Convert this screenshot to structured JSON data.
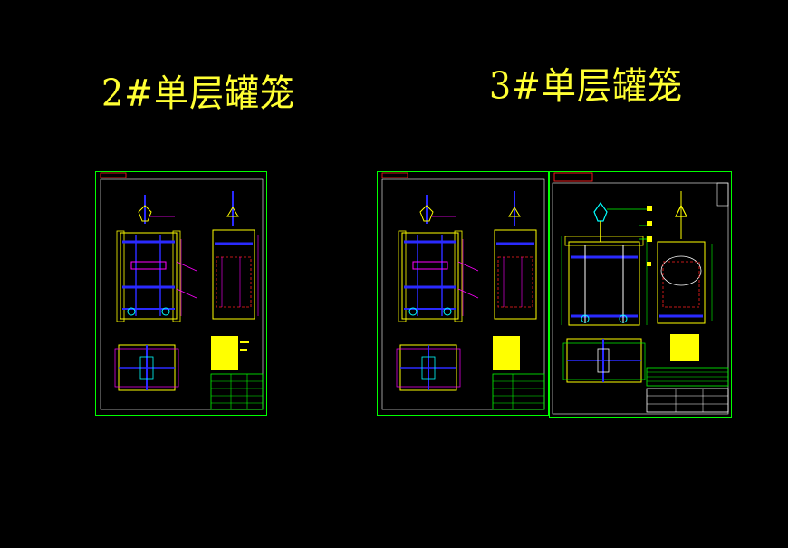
{
  "titles": {
    "left": "2#单层罐笼",
    "right": "3#单层罐笼"
  },
  "colors": {
    "background": "#000000",
    "title": "#ffff33",
    "frame": "#00ff00",
    "drawing_yellow": "#ffff00",
    "drawing_blue": "#2a2aff",
    "drawing_magenta": "#ff00ff",
    "drawing_cyan": "#00ffff",
    "drawing_red": "#ff2020",
    "drawing_white": "#ffffff"
  },
  "sheets": [
    {
      "name": "cage-2-drawing"
    },
    {
      "name": "cage-3-drawing-a"
    },
    {
      "name": "cage-3-drawing-b"
    }
  ]
}
